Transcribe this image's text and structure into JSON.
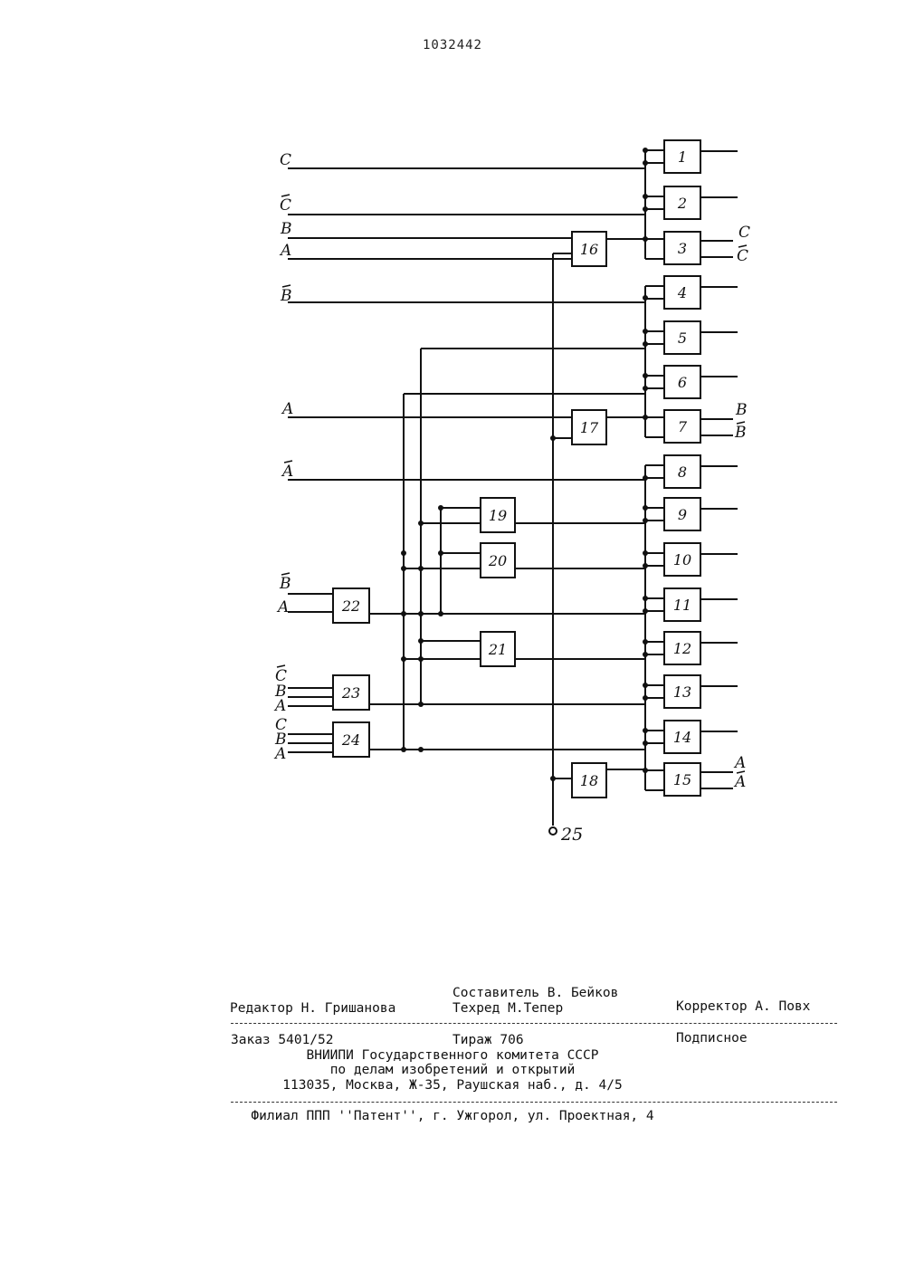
{
  "patent_number": "1032442",
  "diagram": {
    "input_labels": [
      {
        "id": "c1",
        "text": "C",
        "bar": false
      },
      {
        "id": "c2",
        "text": "C",
        "bar": true
      },
      {
        "id": "b1",
        "text": "B",
        "bar": false
      },
      {
        "id": "a1",
        "text": "A",
        "bar": false
      },
      {
        "id": "b2",
        "text": "B",
        "bar": true
      },
      {
        "id": "a2",
        "text": "A",
        "bar": false
      },
      {
        "id": "a3",
        "text": "A",
        "bar": true
      },
      {
        "id": "b3",
        "text": "B",
        "bar": true
      },
      {
        "id": "a4",
        "text": "A",
        "bar": false
      },
      {
        "id": "c3",
        "text": "C",
        "bar": true
      },
      {
        "id": "b4",
        "text": "B",
        "bar": false
      },
      {
        "id": "a5",
        "text": "A",
        "bar": false
      },
      {
        "id": "c4",
        "text": "C",
        "bar": false
      },
      {
        "id": "b5",
        "text": "B",
        "bar": false
      },
      {
        "id": "a6",
        "text": "A",
        "bar": false
      }
    ],
    "output_labels": [
      {
        "id": "o3a",
        "text": "C",
        "bar": false
      },
      {
        "id": "o3b",
        "text": "C",
        "bar": true
      },
      {
        "id": "o7a",
        "text": "B",
        "bar": false
      },
      {
        "id": "o7b",
        "text": "B",
        "bar": true
      },
      {
        "id": "o15a",
        "text": "A",
        "bar": false
      },
      {
        "id": "o15b",
        "text": "A",
        "bar": true
      }
    ],
    "blocks": [
      "1",
      "2",
      "3",
      "4",
      "5",
      "6",
      "7",
      "8",
      "9",
      "10",
      "11",
      "12",
      "13",
      "14",
      "15",
      "16",
      "17",
      "18",
      "19",
      "20",
      "21",
      "22",
      "23",
      "24"
    ],
    "terminal": "25"
  },
  "imprint": {
    "compiler": "Составитель В. Бейков",
    "editor": "Редактор Н. Гришанова",
    "techred": "Техред М.Тепер",
    "corrector": "Корректор А. Повх",
    "order": "Заказ 5401/52",
    "circulation": "Тираж 706",
    "subscription": "Подписное",
    "org_line1": "ВНИИПИ Государственного комитета СССР",
    "org_line2": "по делам изобретений и открытий",
    "address": "113035, Москва, Ж-35, Раушская наб., д. 4/5",
    "branch": "Филиал ППП ''Патент'', г. Ужгорол, ул. Проектная, 4"
  }
}
